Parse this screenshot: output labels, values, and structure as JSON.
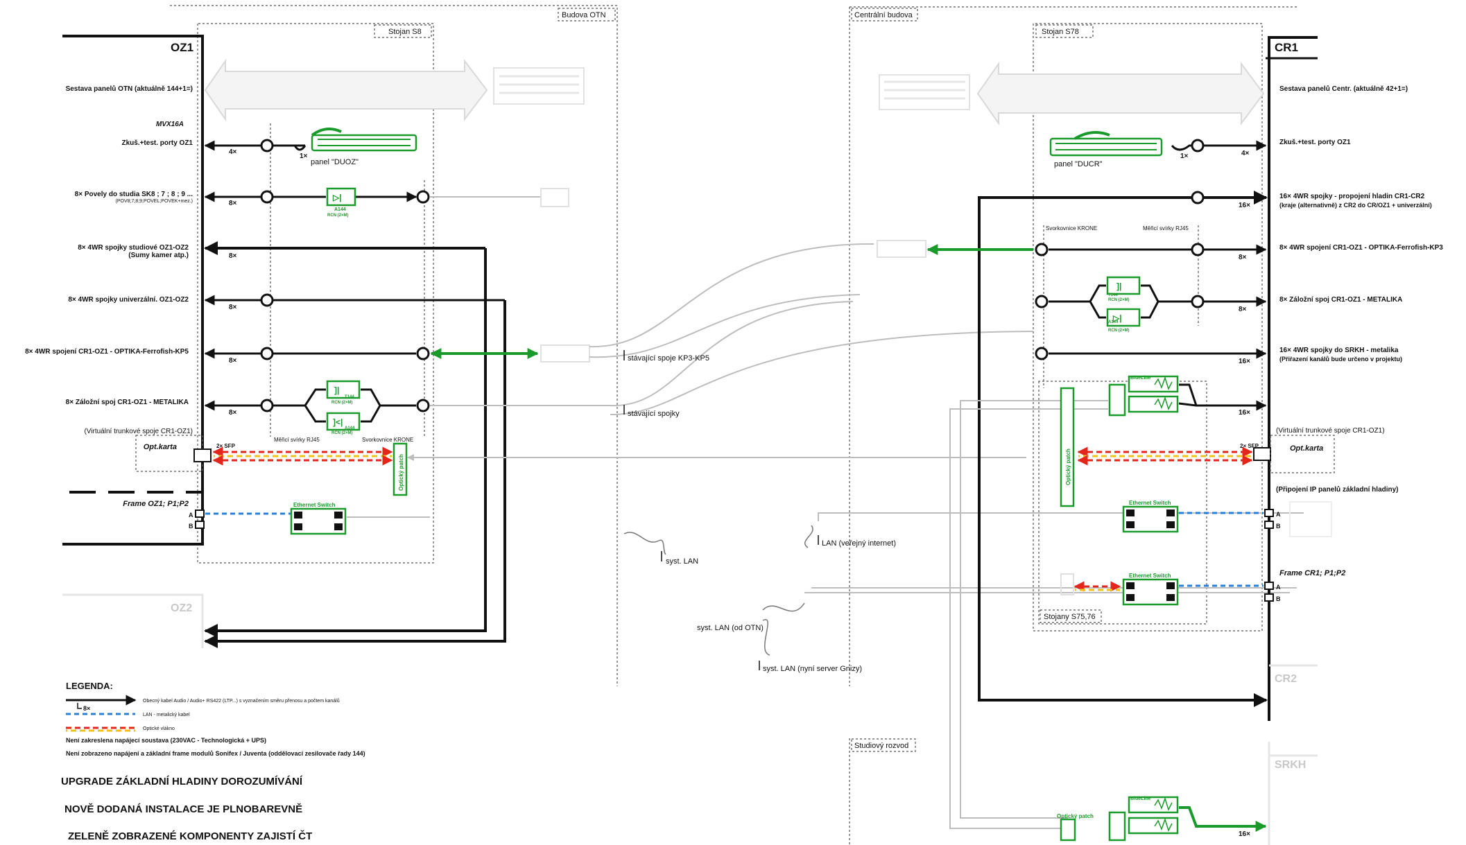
{
  "colors": {
    "cable": "#111111",
    "green": "#1a9a2a",
    "lan": "#2a7fd8",
    "optic_red": "#e3261c",
    "optic_yellow": "#f2c21b",
    "faint": "#c8c8c8"
  },
  "left": {
    "title": "OZ1",
    "building": "Budova OTN",
    "rack": "Stojan S8",
    "rows": [
      "Sestava panelů OTN (aktuálně 144+1=)",
      "MVX16A",
      "Zkuš.+test. porty OZ1",
      "8× Povely do studia SK8 ; 7 ; 8 ; 9 ...",
      "(POV8;7;8;9;POVEL;POVEK+mez.)",
      "8× 4WR spojky studiové OZ1-OZ2",
      "(Sumy kamer atp.)",
      "8× 4WR spojky univerzální. OZ1-OZ2",
      "8× 4WR spojení CR1-OZ1 - OPTIKA-Ferrofish-KP5",
      "8× Záložní spoj CR1-OZ1 - METALIKA",
      "(Virtuální trunkové spoje CR1-OZ1)"
    ],
    "optkarta": "Opt.karta",
    "sfp": "2× SFP",
    "frame": "Frame OZ1;  P1;P2",
    "port_a": "A",
    "port_b": "B",
    "panel_duoz": "panel \"DUOZ\"",
    "merici": "Měřicí svírky RJ45",
    "krone": "Svorkovnice KRONE",
    "opticky_patch": "Optický patch",
    "eth_switch": "Ethernet Switch",
    "oz2": "OZ2",
    "mul": {
      "m4": "4×",
      "m8": "8×",
      "m1": "1×"
    }
  },
  "mid": {
    "kp": "stávající spoje KP3-KP5",
    "spojky": "stávající spojky",
    "syst_lan": "syst. LAN",
    "lan_internet": "LAN (veřejný internet)",
    "syst_lan_otn": "syst. LAN (od OTN)",
    "syst_lan_gnizy": "syst. LAN (nyní server Gnizy)"
  },
  "right": {
    "title": "CR1",
    "building": "Centrální budova",
    "rack": "Stojan S78",
    "racks2": "Stojany S75,76",
    "studio": "Studiový rozvod",
    "rows": [
      "Sestava panelů Centr. (aktuálně 42+1=)",
      "Zkuš.+test. porty OZ1",
      "16× 4WR spojky - propojení hladin CR1-CR2",
      "(kraje (alternativně) z CR2 do CR/OZ1 + univerzální)",
      "8× 4WR spojení CR1-OZ1 - OPTIKA-Ferrofish-KP3",
      "8× Záložní spoj CR1-OZ1 - METALIKA",
      "16× 4WR spojky do SRKH - metalika",
      "(Přiřazení kanálů bude určeno v projektu)",
      "(Virtuální trunkové spoje CR1-OZ1)",
      "(Připojení IP panelů základní hladiny)",
      "Frame CR1;  P1;P2"
    ],
    "panel_ducr": "panel \"DUCR\"",
    "krone": "Svorkovnice KRONE",
    "merici": "Měřicí svírky RJ45",
    "optkarta": "Opt.karta",
    "sfp": "2× SFP",
    "blueline": "BlueLine",
    "opticky_patch": "Optický patch",
    "cr2": "CR2",
    "srkh": "SRKH",
    "mul": {
      "m4": "4×",
      "m8": "8×",
      "m16": "16×",
      "m1": "1×"
    }
  },
  "components": {
    "t144": "T144",
    "a144": "A144",
    "rcn": "RCN (2×M)",
    "port_a": "A",
    "port_b": "B"
  },
  "legend": {
    "title": "LEGENDA:",
    "items": [
      "Obecný kabel Audio / Audio+ RS422 (LTP...) s vyznačením směru přenosu a počtem kanálů",
      "LAN - metalický kabel",
      "Optické vlákno"
    ],
    "mul": "8×",
    "note1": "Není zakreslena napájecí soustava (230VAC - Technologická + UPS)",
    "note2": "Není zobrazeno napájení a základní frame modulů Sonifex / Juventa (oddělovací zesilovače řady 144)"
  },
  "footer": [
    "UPGRADE ZÁKLADNÍ HLADINY DOROZUMÍVÁNÍ",
    "NOVĚ DODANÁ INSTALACE JE PLNOBAREVNĚ",
    "ZELENĚ ZOBRAZENÉ KOMPONENTY ZAJISTÍ ČT"
  ]
}
